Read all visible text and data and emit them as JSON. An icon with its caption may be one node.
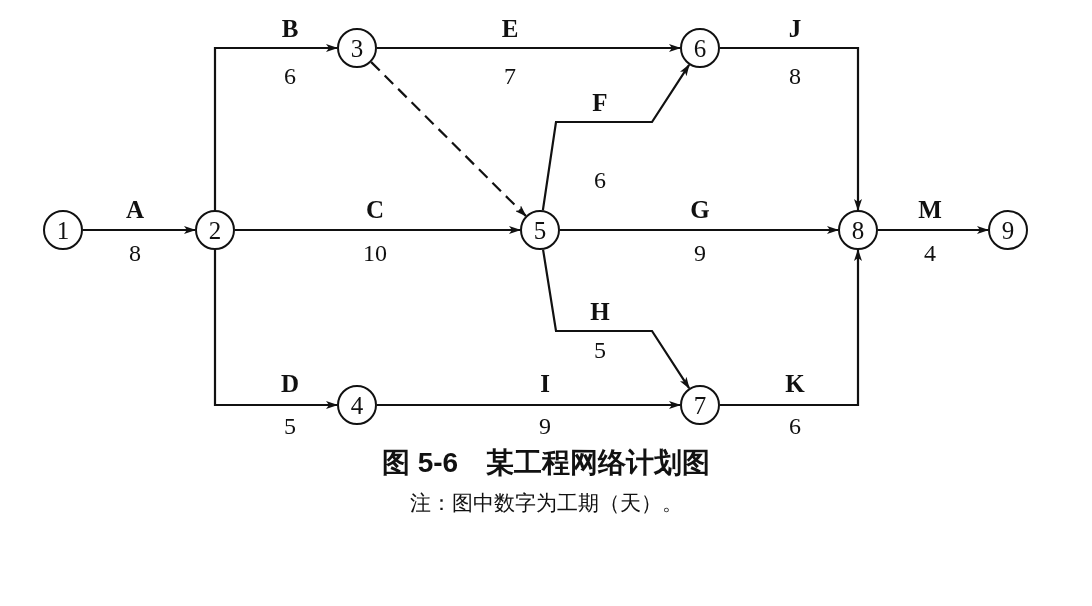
{
  "diagram": {
    "caption": "图 5-6　某工程网络计划图",
    "nodes": [
      {
        "text": [
          "1"
        ]
      },
      {
        "text": [
          "2"
        ]
      },
      {
        "text": [
          "3"
        ]
      },
      {
        "text": [
          "4"
        ]
      },
      {
        "text": [
          "5"
        ]
      },
      {
        "text": [
          "6"
        ]
      },
      {
        "text": [
          "7"
        ]
      },
      {
        "text": [
          "8"
        ]
      },
      {
        "text": [
          "9"
        ]
      }
    ],
    "edges": [
      {
        "from": 0,
        "to": 1,
        "arrow": "to",
        "label": "A"
      },
      {
        "from": 1,
        "to": 2,
        "arrow": "to",
        "label": "B"
      },
      {
        "from": 1,
        "to": 4,
        "arrow": "to",
        "label": "C"
      },
      {
        "from": 1,
        "to": 3,
        "arrow": "to",
        "label": "D"
      },
      {
        "from": 2,
        "to": 5,
        "arrow": "to",
        "label": "E"
      },
      {
        "from": 2,
        "to": 4,
        "arrow": "to",
        "style": "dashed"
      },
      {
        "from": 4,
        "to": 5,
        "arrow": "to",
        "label": "F"
      },
      {
        "from": 4,
        "to": 7,
        "arrow": "to",
        "label": "G"
      },
      {
        "from": 4,
        "to": 6,
        "arrow": "to",
        "label": "H"
      },
      {
        "from": 3,
        "to": 6,
        "arrow": "to",
        "label": "I"
      },
      {
        "from": 5,
        "to": 7,
        "arrow": "to",
        "label": "J"
      },
      {
        "from": 6,
        "to": 7,
        "arrow": "to",
        "label": "K"
      },
      {
        "from": 7,
        "to": 8,
        "arrow": "to",
        "label": "M"
      }
    ],
    "labels": [
      "6",
      "7",
      "8",
      "6",
      "8",
      "10",
      "9",
      "4",
      "5",
      "5",
      "9",
      "6",
      "注：图中数字为工期（天）。"
    ]
  }
}
